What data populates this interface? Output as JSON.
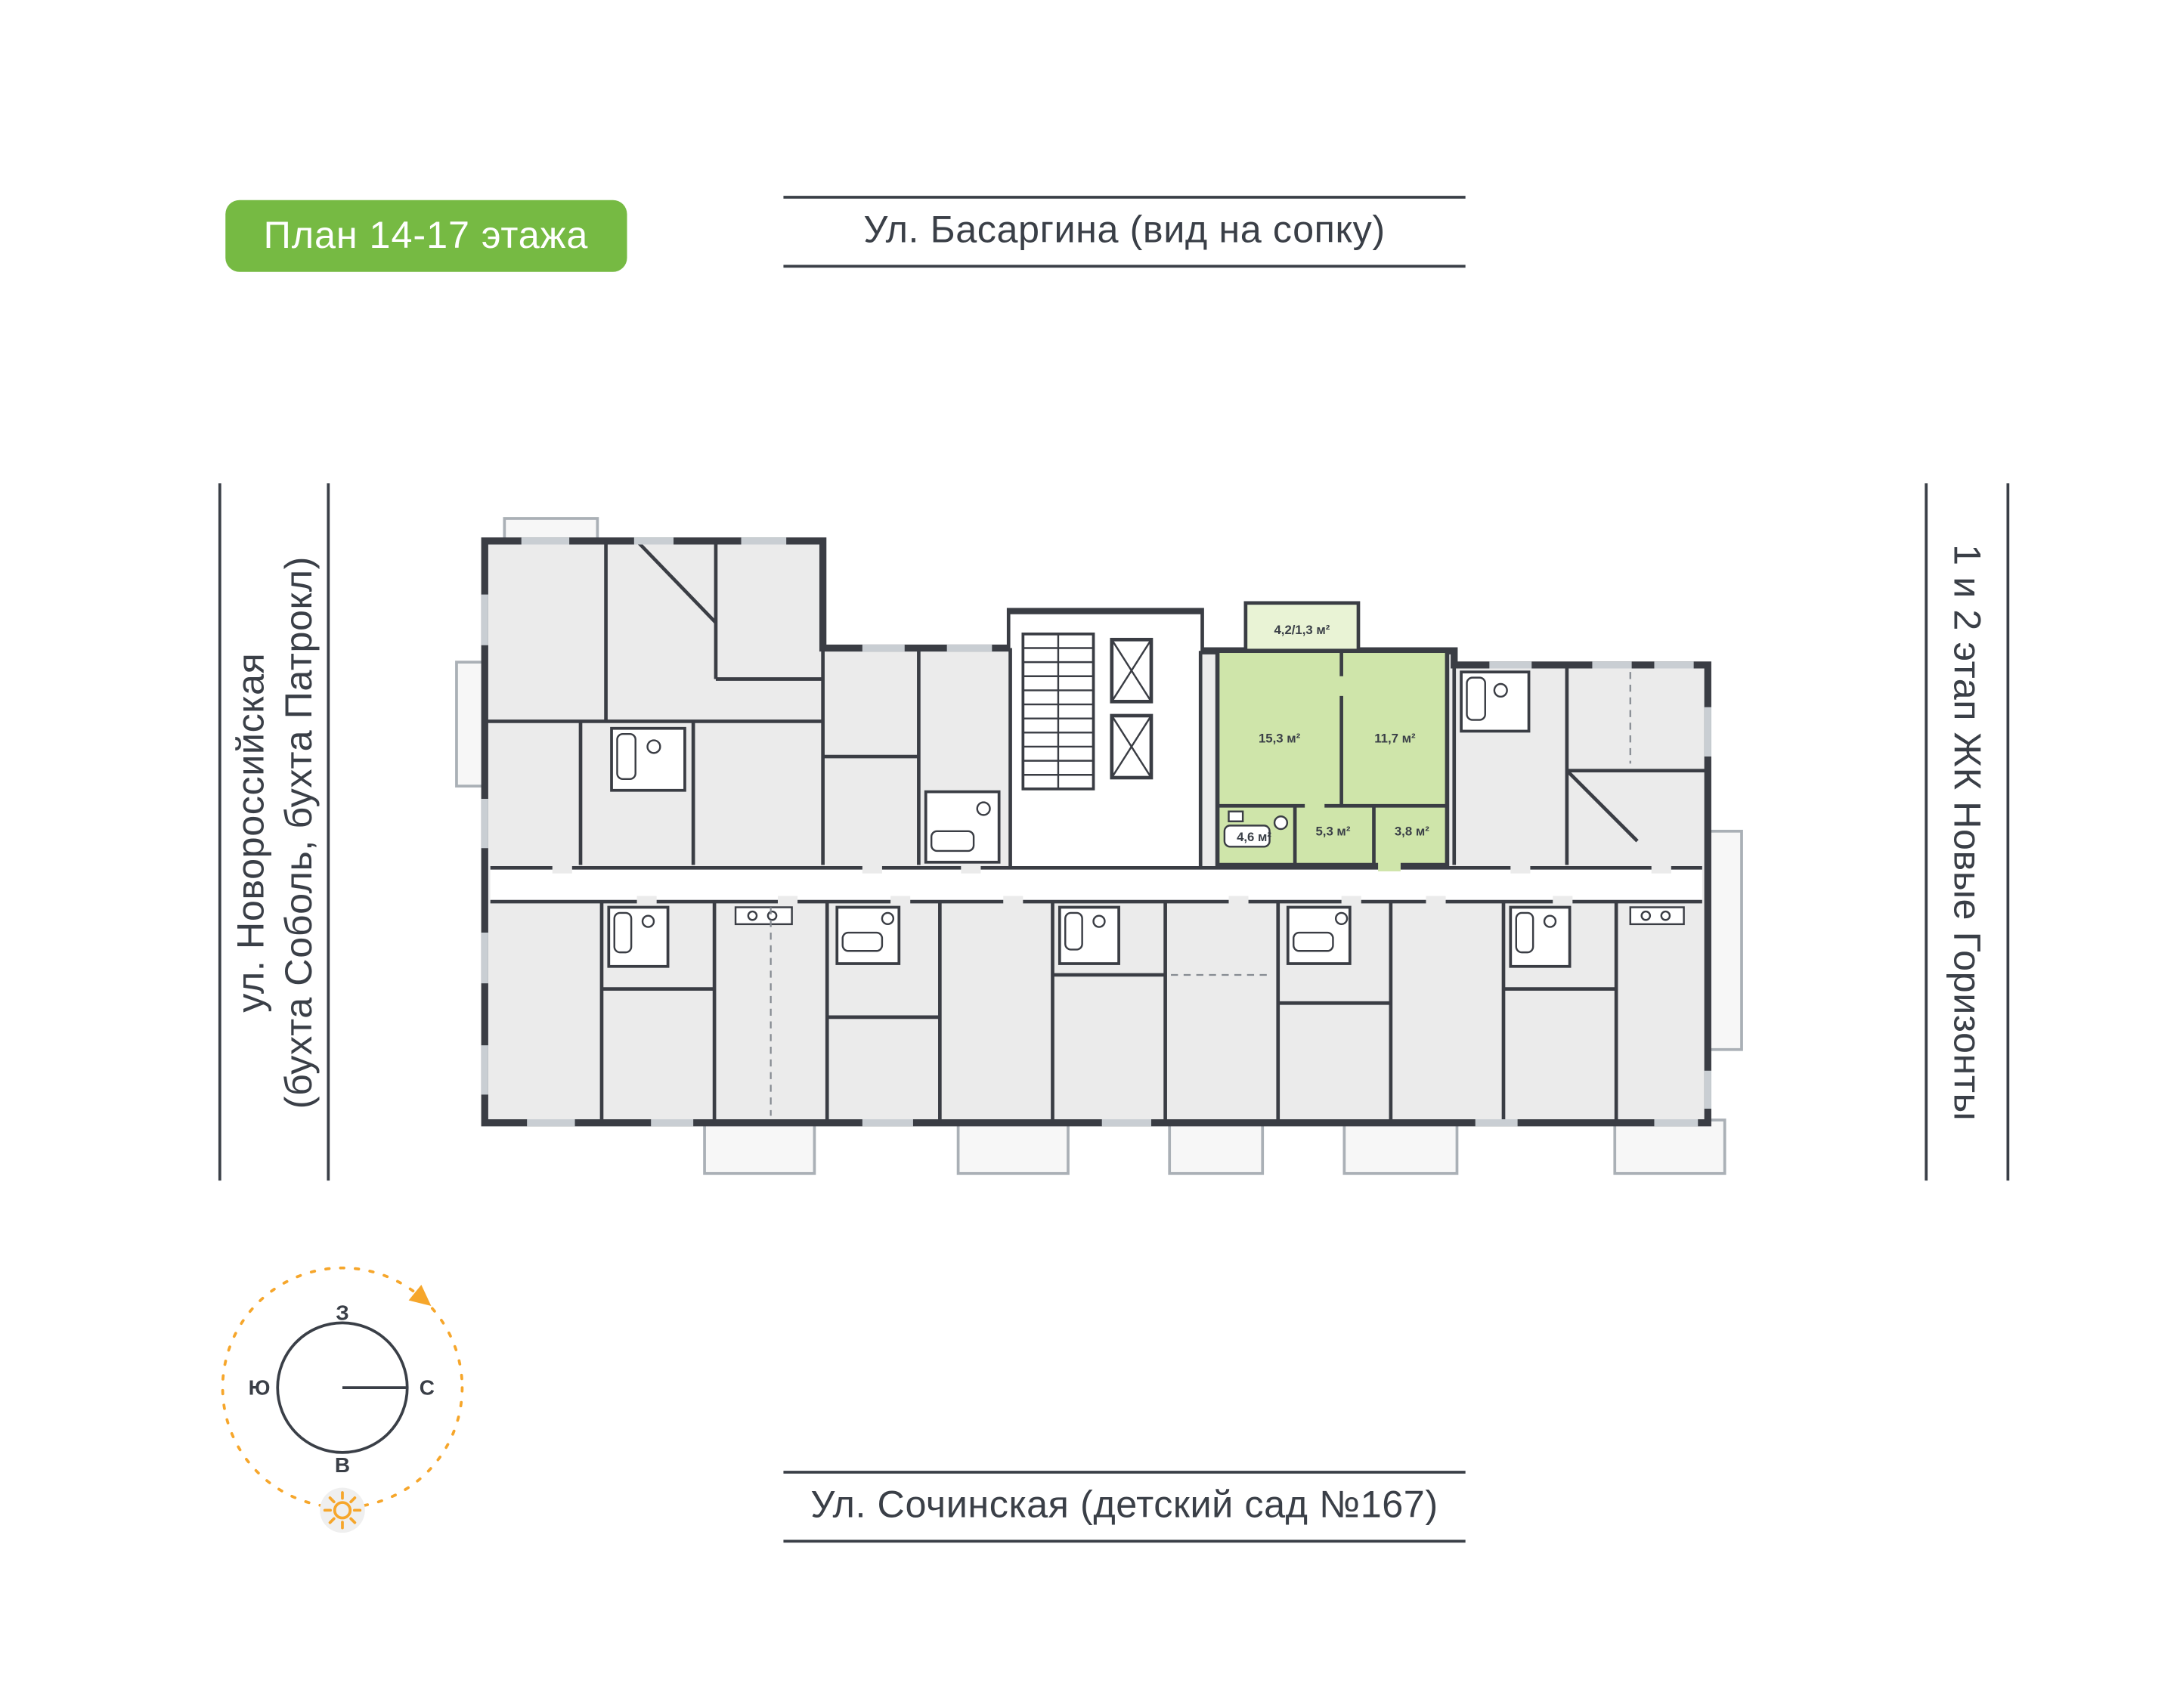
{
  "badge": {
    "label": "План 14-17 этажа"
  },
  "streets": {
    "top": "Ул. Басаргина (вид на сопку)",
    "left_line1": "ул. Новороссийская",
    "left_line2": "(бухта Соболь, бухта Патрокл)",
    "right": "1 и 2 этап ЖК Новые Горизонты",
    "bottom": "Ул. Сочинская (детский сад №167)"
  },
  "compass": {
    "west": "З",
    "north": "С",
    "south": "Ю",
    "east": "В"
  },
  "plan": {
    "rooms": [
      {
        "label": "4,2/1,3 м²"
      },
      {
        "label": "15,3 м²"
      },
      {
        "label": "11,7 м²"
      },
      {
        "label": "4,6 м²"
      },
      {
        "label": "5,3 м²"
      },
      {
        "label": "3,8 м²"
      }
    ]
  },
  "colors": {
    "badge_green": "#76ba43",
    "highlight_green": "#cfe5aa",
    "balcony_green": "#e9f3d5",
    "wall_dark": "#3a3d44",
    "text_dark": "#3a3f47",
    "room_gray": "#ebebeb",
    "accent_orange": "#f6a62b"
  }
}
